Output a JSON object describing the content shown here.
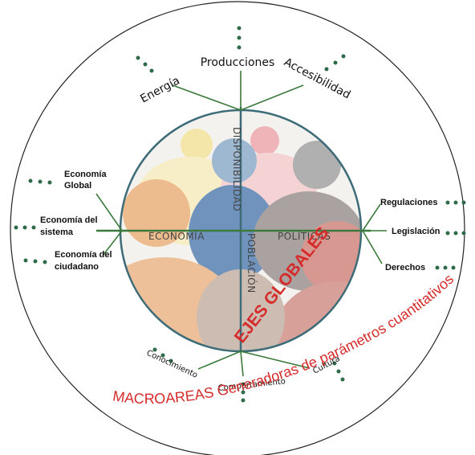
{
  "colors": {
    "line": "#3a7a3a",
    "circle": "#3d6c78",
    "dots": "#2f6b4a",
    "accent_red": "#d52b2b"
  },
  "top": {
    "energia": "Energía",
    "producciones": "Producciones",
    "accesibilidad": "Accesibilidad"
  },
  "left": {
    "economia_global": [
      "Economía",
      "Global"
    ],
    "economia_sistema": [
      "Economía del",
      "sistema"
    ],
    "economia_ciudadano": [
      "Economía del",
      "ciudadano"
    ]
  },
  "right": {
    "regulaciones": "Regulaciones",
    "legislacion": "Legislación",
    "derechos": "Derechos"
  },
  "bottom": {
    "conocimiento": "Conocimiento",
    "comportamiento": "Comportamiento",
    "cultura": "Cultura"
  },
  "axes": {
    "disponibilidad": "DISPONIBILIDAD",
    "economia": "ECONOMÍA",
    "politicas": "POLÍTICAS",
    "poblacion": "POBLACIÓN"
  },
  "center_title": "EJES GLOBALES",
  "curved_title_part1": "MACROAREAS",
  "curved_title_part2": " Generadoras de parámetros cuantitativos"
}
